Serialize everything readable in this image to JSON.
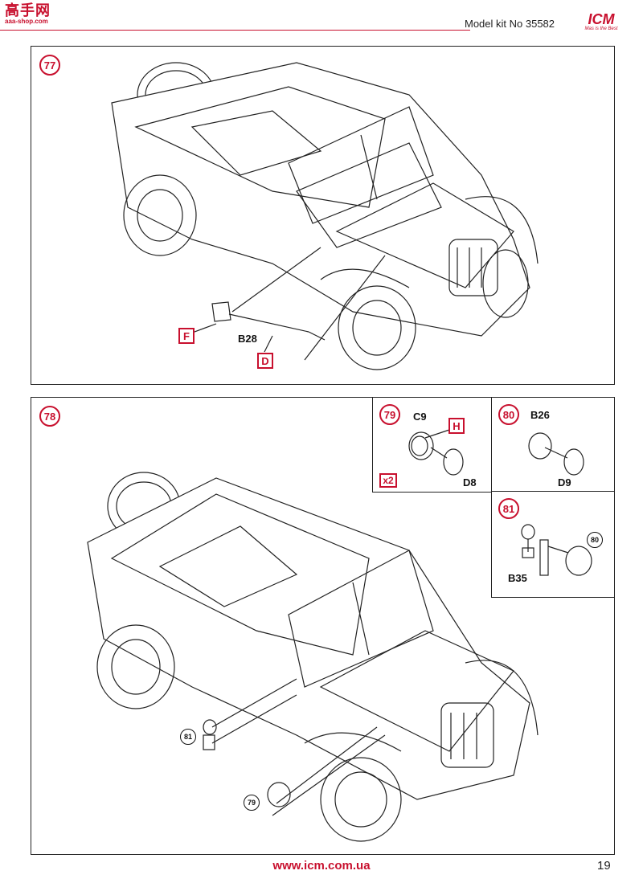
{
  "header": {
    "watermark_top": "高手网",
    "watermark_bottom": "aaa-shop.com",
    "kit_number": "Model kit No 35582",
    "logo": "ICM",
    "logo_tagline": "Mas is the Best"
  },
  "steps": {
    "s77": {
      "number": "77",
      "part_b28": "B28",
      "box_f": "F",
      "box_d": "D"
    },
    "s78": {
      "number": "78",
      "ref_81": "81",
      "ref_79": "79"
    },
    "s79": {
      "number": "79",
      "part_c9": "C9",
      "box_h": "H",
      "part_d8": "D8",
      "qty": "x2"
    },
    "s80": {
      "number": "80",
      "part_b26": "B26",
      "part_d9": "D9"
    },
    "s81": {
      "number": "81",
      "part_b35": "B35",
      "ref_80": "80"
    }
  },
  "footer": {
    "url": "www.icm.com.ua",
    "page": "19"
  },
  "colors": {
    "accent": "#c8102e",
    "line": "#222222"
  }
}
